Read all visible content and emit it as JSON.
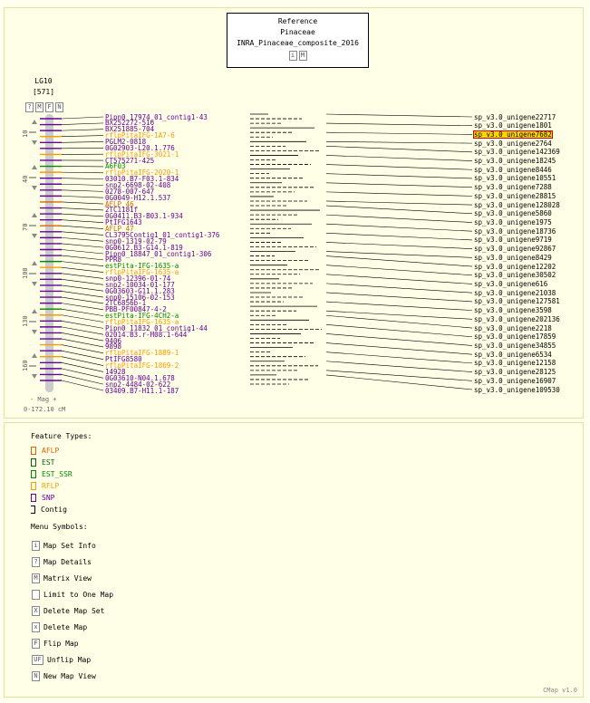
{
  "reference": {
    "title": "Reference",
    "taxon": "Pinaceae",
    "map_set": "INRA_Pinaceae_composite_2016",
    "buttons": [
      "i",
      "M"
    ]
  },
  "linkage_group": {
    "name": "LG10",
    "count": "[571]",
    "buttons": [
      "?",
      "M",
      "F",
      "N"
    ],
    "ticks": [
      "10",
      "40",
      "70",
      "100",
      "130",
      "160"
    ],
    "mag_label": "- Mag +",
    "range": "0-172.10 cM"
  },
  "features": [
    {
      "label": "Pipn0_17974_01_contig1-43",
      "type": "SNP"
    },
    {
      "label": "BX252272-516",
      "type": "SNP"
    },
    {
      "label": "BX251885-704",
      "type": "SNP"
    },
    {
      "label": "rflpPitaIFG-1A7-6",
      "type": "RFLP"
    },
    {
      "label": "PGLM2-0818",
      "type": "SNP"
    },
    {
      "label": "0G02903-L20.1.776",
      "type": "SNP"
    },
    {
      "label": "rflpPitaIFG-3021-1",
      "type": "RFLP"
    },
    {
      "label": "CT575271-425",
      "type": "SNP"
    },
    {
      "label": "A6F03",
      "type": "EST_SSR"
    },
    {
      "label": "rflpPitaIFG-2020-1",
      "type": "RFLP"
    },
    {
      "label": "03010.B7-F03.1-834",
      "type": "SNP"
    },
    {
      "label": "snp2-6698-02-408",
      "type": "SNP"
    },
    {
      "label": "0278-007-647",
      "type": "SNP"
    },
    {
      "label": "0G0049-H12.1.537",
      "type": "SNP"
    },
    {
      "label": "AFLP_46",
      "type": "AFLP"
    },
    {
      "label": "2TC1181f",
      "type": "SNP"
    },
    {
      "label": "0G0411.B3-B03.1-934",
      "type": "SNP"
    },
    {
      "label": "PtIFG1643",
      "type": "SNP"
    },
    {
      "label": "AFLP_47",
      "type": "AFLP"
    },
    {
      "label": "CL3795Contig1_01_contig1-376",
      "type": "SNP"
    },
    {
      "label": "snp0-1319-02-79",
      "type": "SNP"
    },
    {
      "label": "0G0612.B3-G14.1-819",
      "type": "SNP"
    },
    {
      "label": "Pipn0_18847_01_contig1-306",
      "type": "SNP"
    },
    {
      "label": "PPR8",
      "type": "SNP"
    },
    {
      "label": "estPita-IFG-1635-a",
      "type": "EST_SSR"
    },
    {
      "label": "rflpPitaIFG-1635-a",
      "type": "RFLP"
    },
    {
      "label": "snp0-12396-01-74",
      "type": "SNP"
    },
    {
      "label": "snp2-10034-01-177",
      "type": "SNP"
    },
    {
      "label": "0G03603-G11.1.283",
      "type": "SNP"
    },
    {
      "label": "snp0-15106-02-153",
      "type": "SNP"
    },
    {
      "label": "2TC6856b-1",
      "type": "SNP"
    },
    {
      "label": "PBB-PF00847-4-2",
      "type": "SNP"
    },
    {
      "label": "estPita-IFG-4CH2-a",
      "type": "EST_SSR"
    },
    {
      "label": "rflpPitaIFG-1635-a",
      "type": "RFLP"
    },
    {
      "label": "Pipn0_11832_01_contig1-44",
      "type": "SNP"
    },
    {
      "label": "02014.B3.r-H08.1-644",
      "type": "SNP"
    },
    {
      "label": "9406",
      "type": "SNP"
    },
    {
      "label": "9898",
      "type": "SNP"
    },
    {
      "label": "rflpPitaIFG-1889-1",
      "type": "RFLP"
    },
    {
      "label": "PtIFG8580",
      "type": "SNP"
    },
    {
      "label": "rflpPitaIFG-1869-2",
      "type": "RFLP"
    },
    {
      "label": "14928",
      "type": "SNP"
    },
    {
      "label": "0G03610-N04.1.678",
      "type": "SNP"
    },
    {
      "label": "snp2-4484-02-622",
      "type": "SNP"
    },
    {
      "label": "03409.B7-H11.1-187",
      "type": "SNP"
    }
  ],
  "unigenes": [
    "sp_v3.0_unigene22717",
    "sp_v3.0_unigene1801",
    "sp_v3.0_unigene7682",
    "sp_v3.0_unigene2764",
    "sp_v3.0_unigene142369",
    "sp_v3.0_unigene18245",
    "sp_v3.0_unigene8446",
    "sp_v3.0_unigene10551",
    "sp_v3.0_unigene7288",
    "sp_v3.0_unigene28815",
    "sp_v3.0_unigene128028",
    "sp_v3.0_unigene5860",
    "sp_v3.0_unigene1975",
    "sp_v3.0_unigene18736",
    "sp_v3.0_unigene9719",
    "sp_v3.0_unigene92867",
    "sp_v3.0_unigene8429",
    "sp_v3.0_unigene12202",
    "sp_v3.0_unigene30502",
    "sp_v3.0_unigene616",
    "sp_v3.0_unigene21038",
    "sp_v3.0_unigene127581",
    "sp_v3.0_unigene3598",
    "sp_v3.0_unigene202136",
    "sp_v3.0_unigene2218",
    "sp_v3.0_unigene17859",
    "sp_v3.0_unigene34855",
    "sp_v3.0_unigene6534",
    "sp_v3.0_unigene12158",
    "sp_v3.0_unigene28125",
    "sp_v3.0_unigene16907",
    "sp_v3.0_unigene109530"
  ],
  "highlighted_unigene": "sp_v3.0_unigene7682",
  "colors": {
    "AFLP": "#e06000",
    "EST": "#006600",
    "EST_SSR": "#008800",
    "RFLP": "#ff9900",
    "SNP": "#660099",
    "Contig": "#000000",
    "highlight": "#ffd700"
  },
  "legend": {
    "feature_types_title": "Feature Types:",
    "feature_types": [
      {
        "label": "AFLP",
        "type": "AFLP"
      },
      {
        "label": "EST",
        "type": "EST"
      },
      {
        "label": "EST_SSR",
        "type": "EST_SSR"
      },
      {
        "label": "RFLP",
        "type": "RFLP"
      },
      {
        "label": "SNP",
        "type": "SNP"
      },
      {
        "label": "Contig",
        "type": "Contig"
      }
    ],
    "menu_symbols_title": "Menu Symbols:",
    "menu_symbols": [
      {
        "icon": "i",
        "label": "Map Set Info"
      },
      {
        "icon": "?",
        "label": "Map Details"
      },
      {
        "icon": "M",
        "label": "Matrix View"
      },
      {
        "icon": "",
        "label": "Limit to One Map"
      },
      {
        "icon": "X",
        "label": "Delete Map Set"
      },
      {
        "icon": "x",
        "label": "Delete Map"
      },
      {
        "icon": "F",
        "label": "Flip Map"
      },
      {
        "icon": "UF",
        "label": "Unflip Map"
      },
      {
        "icon": "N",
        "label": "New Map View"
      }
    ]
  },
  "footer": "CMap v1.0"
}
